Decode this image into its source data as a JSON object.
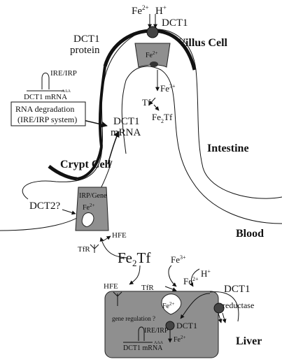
{
  "labels": {
    "fe2_top": "Fe",
    "fe2_top_sup": "2+",
    "h_top": "H",
    "h_top_sup": "+",
    "dct1_top": "DCT1",
    "villus_cell": "Villus Cell",
    "dct1_protein_1": "DCT1",
    "dct1_protein_2": "protein",
    "ire_irp_top": "IRE/IRP",
    "dct1_mrna_small_top": "DCT1 mRNA",
    "aaa": "AAA",
    "rna_deg_1": "RNA degradation",
    "rna_deg_2": "(IRE/IRP system)",
    "dct1_mrna_1": "DCT1",
    "dct1_mrna_2": "mRNA",
    "fe_inner_top": "Fe",
    "fe_inner_top_sup": "2+",
    "fe3_villus": "Fe",
    "fe3_villus_sup": "3+",
    "tf": "Tf",
    "fe2tf_small": "Fe",
    "fe2tf_small_sub": "2",
    "fe2tf_small_tf": "Tf",
    "intestine": "Intestine",
    "crypt_cell": "Crypt Cell",
    "irp_gene": "IRP/Gene",
    "dct2": "DCT2?",
    "fe_crypt": "Fe",
    "fe_crypt_sup": "2+",
    "hfe_crypt": "HFE",
    "tfr_crypt": "TfR",
    "blood": "Blood",
    "fe2tf_big": "Fe",
    "fe2tf_big_sub": "2",
    "fe2tf_big_tf": "Tf",
    "fe3_liver": "Fe",
    "fe3_liver_sup": "3+",
    "fe2_liver": "Fe",
    "fe2_liver_sup": "2+",
    "h_liver": "H",
    "h_liver_sup": "+",
    "dct1_liver_right": "DCT1",
    "reductase": "reductase",
    "hfe_liver": "HFE",
    "tfr_liver": "TfR",
    "fe_hep_inner": "Fe",
    "fe_hep_inner_sup": "2+",
    "gene_regulation": "gene regulation ?",
    "dct1_liver_inner": "DCT1",
    "ire_irp_liver": "IRE/IRP",
    "fe_hep_bottom": "Fe",
    "fe_hep_bottom_sup": "2+",
    "dct1_mrna_liver": "DCT1 mRNA",
    "aaa_liver": "AAA",
    "liver": "Liver"
  }
}
